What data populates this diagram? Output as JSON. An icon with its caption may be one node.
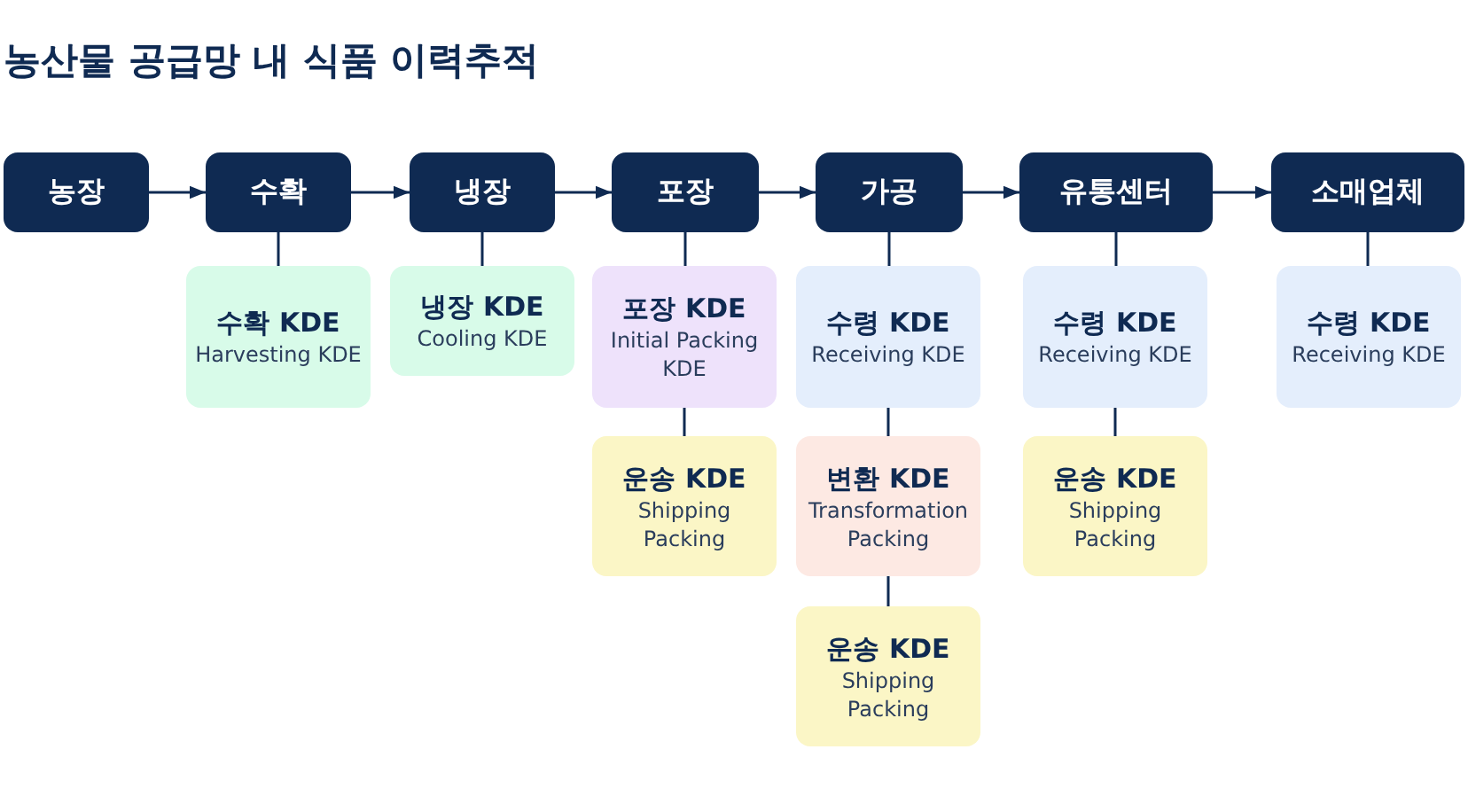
{
  "diagram": {
    "title": "농산물 공급망 내 식품 이력추적",
    "nodes": [
      {
        "text": [
          "농장"
        ]
      },
      {
        "text": [
          "수확"
        ]
      },
      {
        "text": [
          "냉장"
        ]
      },
      {
        "text": [
          "포장"
        ]
      },
      {
        "text": [
          "가공"
        ]
      },
      {
        "text": [
          "유통센터"
        ]
      },
      {
        "text": [
          "소매업체"
        ]
      },
      {
        "text": [
          "수확 KDE",
          "Harvesting KDE"
        ]
      },
      {
        "text": [
          "냉장 KDE",
          "Cooling KDE"
        ]
      },
      {
        "text": [
          "포장 KDE",
          "Initial Packing KDE"
        ]
      },
      {
        "text": [
          "운송 KDE",
          "Shipping Packing"
        ]
      },
      {
        "text": [
          "수령 KDE",
          "Receiving KDE"
        ]
      },
      {
        "text": [
          "변환 KDE",
          "Transformation Packing"
        ]
      },
      {
        "text": [
          "운송 KDE",
          "Shipping Packing"
        ]
      },
      {
        "text": [
          "수령 KDE",
          "Receiving KDE"
        ]
      },
      {
        "text": [
          "운송 KDE",
          "Shipping Packing"
        ]
      },
      {
        "text": [
          "수령 KDE",
          "Receiving KDE"
        ]
      }
    ],
    "edges": [
      {
        "from": 0,
        "to": 1,
        "arrow": "to"
      },
      {
        "from": 1,
        "to": 2,
        "arrow": "to"
      },
      {
        "from": 2,
        "to": 3,
        "arrow": "to"
      },
      {
        "from": 3,
        "to": 4,
        "arrow": "to"
      },
      {
        "from": 4,
        "to": 5,
        "arrow": "to"
      },
      {
        "from": 5,
        "to": 6,
        "arrow": "to"
      },
      {
        "from": 1,
        "to": 7,
        "arrow": "none"
      },
      {
        "from": 2,
        "to": 8,
        "arrow": "none"
      },
      {
        "from": 3,
        "to": 9,
        "arrow": "none"
      },
      {
        "from": 9,
        "to": 10,
        "arrow": "none"
      },
      {
        "from": 4,
        "to": 11,
        "arrow": "none"
      },
      {
        "from": 11,
        "to": 12,
        "arrow": "none"
      },
      {
        "from": 12,
        "to": 13,
        "arrow": "none"
      },
      {
        "from": 5,
        "to": 14,
        "arrow": "none"
      },
      {
        "from": 14,
        "to": 15,
        "arrow": "none"
      },
      {
        "from": 6,
        "to": 16,
        "arrow": "none"
      }
    ]
  }
}
